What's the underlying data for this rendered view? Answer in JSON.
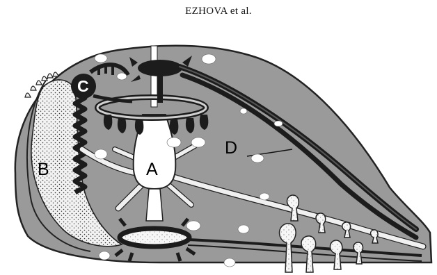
{
  "header": {
    "text": "EZHOVA et al."
  },
  "figure": {
    "labels": {
      "a": "A",
      "b": "B",
      "c": "C",
      "d": "D"
    },
    "colors": {
      "body_fill": "#999999",
      "outline": "#222222",
      "stipple_fill": "#eeeeee",
      "dark_structures": "#1c1c1c",
      "white_vesicles": "#ffffff"
    }
  }
}
